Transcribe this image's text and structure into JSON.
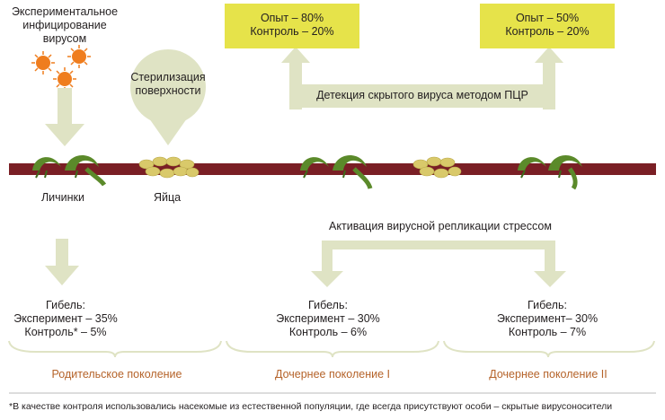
{
  "labels": {
    "infection": [
      "Экспериментальное",
      "инфицирование",
      "вирусом"
    ],
    "sterilization": [
      "Стерилизация",
      "поверхности"
    ],
    "larvae": "Личинки",
    "eggs": "Яйца",
    "pcr_detection": "Детекция скрытого вируса методом ПЦР",
    "stress_activation": "Активация вирусной репликации стрессом",
    "footnote": "*В качестве контроля использовались насекомые из естественной популяции, где всегда присутствуют особи – скрытые вирусоносители"
  },
  "boxes": [
    {
      "line1": "Опыт – 80%",
      "line2": "Контроль – 20%"
    },
    {
      "line1": "Опыт – 50%",
      "line2": "Контроль – 20%"
    }
  ],
  "mortality": [
    {
      "title": "Гибель:",
      "experiment": "Эксперимент – 35%",
      "control": "Контроль* – 5%"
    },
    {
      "title": "Гибель:",
      "experiment": "Эксперимент – 30%",
      "control": "Контроль – 6%"
    },
    {
      "title": "Гибель:",
      "experiment": "Эксперимент– 30%",
      "control": "Контроль – 7%"
    }
  ],
  "generations": [
    "Родительское поколение",
    "Дочернее поколение I",
    "Дочернее поколение II"
  ],
  "colors": {
    "branch": "#7a1f25",
    "box": "#e6e34a",
    "arrow": "#dfe3c4",
    "larva": "#5b8a2a",
    "egg": "#d9c96a",
    "virus": "#ef7d1e",
    "generation_text": "#b5632a"
  }
}
